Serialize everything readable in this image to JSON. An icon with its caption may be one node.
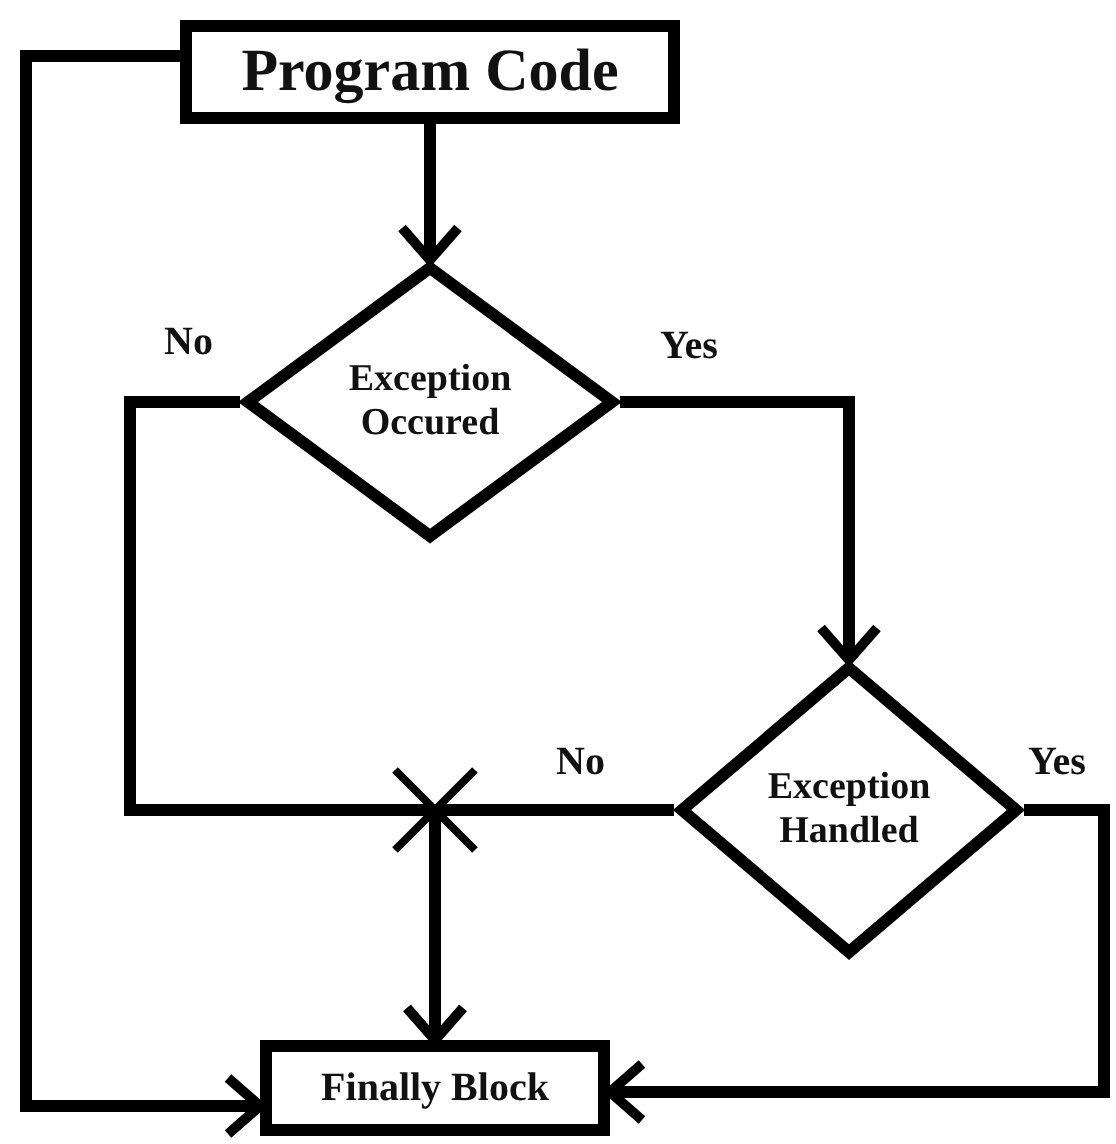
{
  "diagram": {
    "nodes": [
      {
        "text": [
          "Program Code"
        ]
      },
      {
        "text": [
          "Exception Occured"
        ]
      },
      {
        "text": [
          "Exception Handled"
        ]
      },
      {
        "text": [
          "Finally Block"
        ]
      }
    ],
    "edges": [
      {
        "from": 0,
        "to": 1,
        "arrow": "to"
      },
      {
        "from": 0,
        "to": 3,
        "arrow": "to"
      },
      {
        "from": 1,
        "to": 3,
        "arrow": "to",
        "label": "No"
      },
      {
        "from": 1,
        "to": 2,
        "arrow": "to",
        "label": "Yes"
      },
      {
        "from": 2,
        "to": 3,
        "arrow": "to",
        "label": "No"
      },
      {
        "from": 2,
        "to": 3,
        "arrow": "to",
        "label": "Yes"
      }
    ]
  }
}
